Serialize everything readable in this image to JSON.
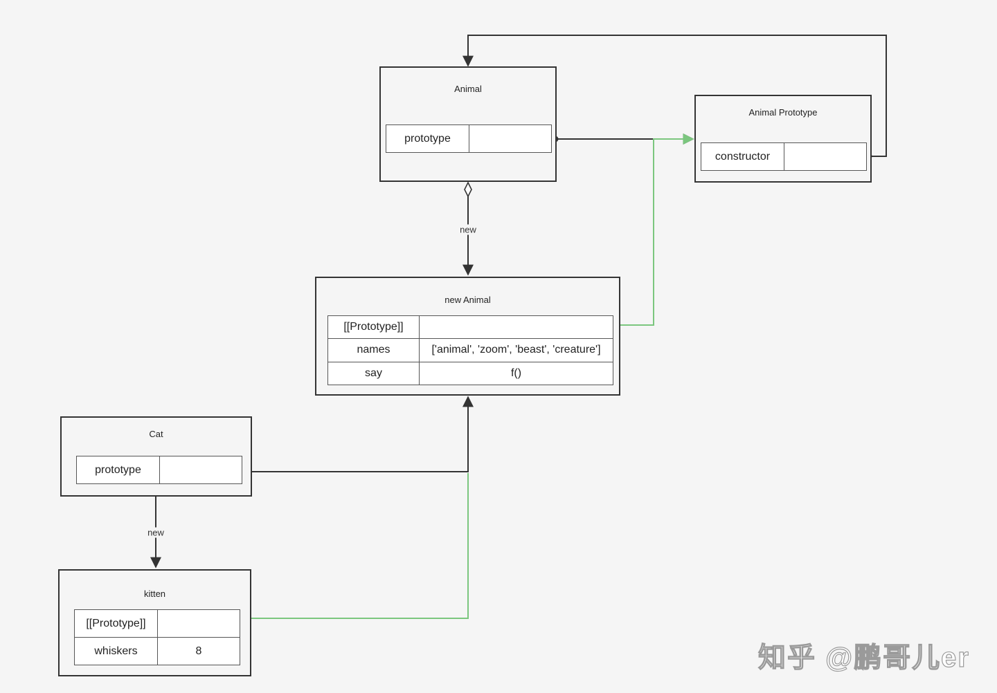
{
  "nodes": {
    "animal": {
      "title": "Animal",
      "rows": [
        {
          "key": "prototype",
          "value": ""
        }
      ]
    },
    "animal_prototype": {
      "title": "Animal Prototype",
      "rows": [
        {
          "key": "constructor",
          "value": ""
        }
      ]
    },
    "new_animal": {
      "title": "new Animal",
      "rows": [
        {
          "key": "[[Prototype]]",
          "value": ""
        },
        {
          "key": "names",
          "value": "['animal', 'zoom', 'beast', 'creature']"
        },
        {
          "key": "say",
          "value": "f()"
        }
      ]
    },
    "cat": {
      "title": "Cat",
      "rows": [
        {
          "key": "prototype",
          "value": ""
        }
      ]
    },
    "kitten": {
      "title": "kitten",
      "rows": [
        {
          "key": "[[Prototype]]",
          "value": ""
        },
        {
          "key": "whiskers",
          "value": "8"
        }
      ]
    }
  },
  "edges": {
    "animal_new_label": "new",
    "cat_new_label": "new"
  },
  "watermark": "知乎 @鹏哥儿er",
  "colors": {
    "line": "#333333",
    "prototype_link": "#7bc67e",
    "background": "#f5f5f5"
  }
}
